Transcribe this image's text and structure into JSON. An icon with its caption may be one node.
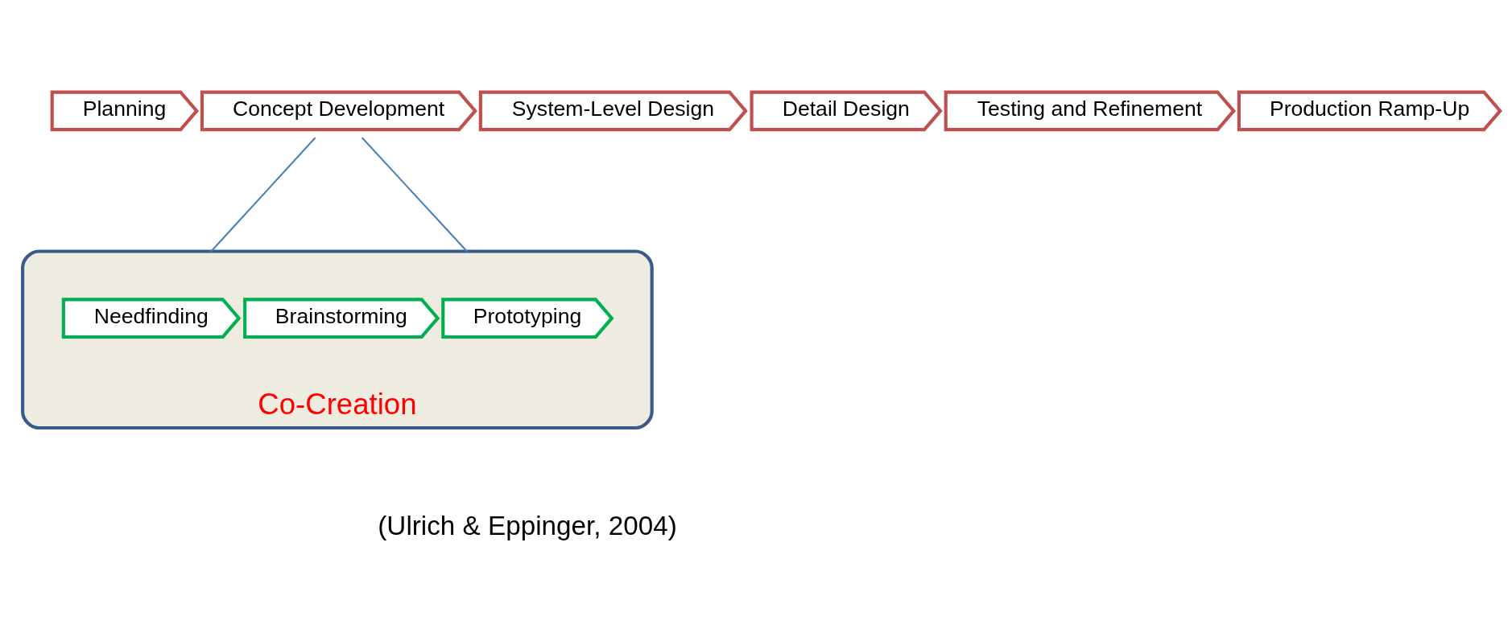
{
  "diagram": {
    "nodes": [
      {
        "text": [
          "Planning"
        ]
      },
      {
        "text": [
          "Concept Development"
        ]
      },
      {
        "text": [
          "System-Level Design"
        ]
      },
      {
        "text": [
          "Detail Design"
        ]
      },
      {
        "text": [
          "Testing and Refinement"
        ]
      },
      {
        "text": [
          "Production Ramp-Up"
        ]
      },
      {
        "text": [
          "Co-Creation"
        ]
      },
      {
        "text": [
          "Needfinding"
        ],
        "in": 6
      },
      {
        "text": [
          "Brainstorming"
        ],
        "in": 6
      },
      {
        "text": [
          "Prototyping"
        ],
        "in": 6
      }
    ],
    "edges": [
      {
        "from": 1,
        "to": 6,
        "arrow": "none"
      },
      {
        "from": 1,
        "to": 6,
        "arrow": "none"
      }
    ],
    "labels": [
      "(Ulrich & Eppinger, 2004)"
    ]
  }
}
